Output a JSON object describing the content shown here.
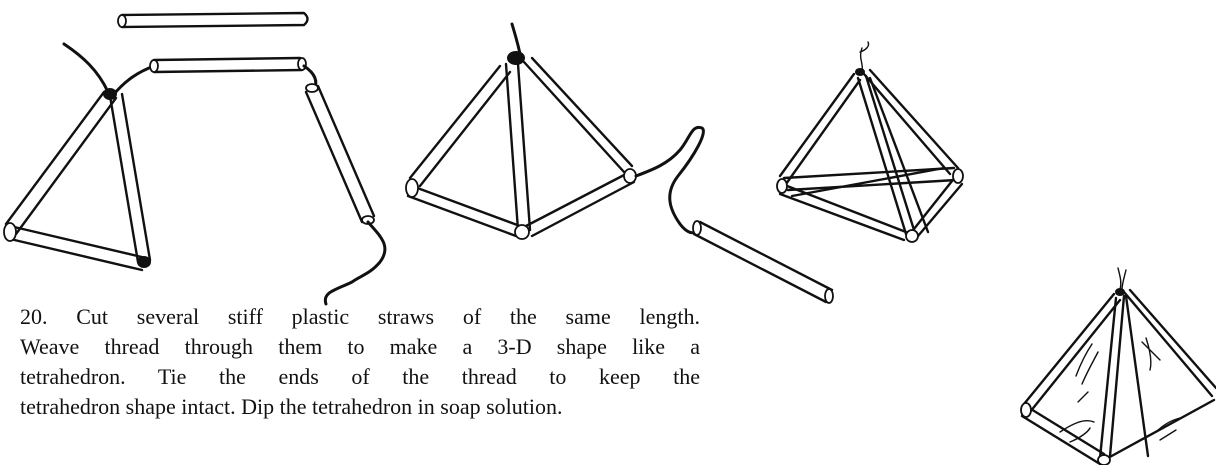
{
  "caption": {
    "lines": [
      "20. Cut several stiff plastic straws of the same length.",
      "Weave thread through them to make a 3-D shape like a",
      "tetrahedron. Tie the ends of the thread to keep the",
      "tetrahedron shape intact. Dip the tetrahedron in soap solution."
    ]
  },
  "illustrations": [
    {
      "name": "straws-threaded-triangle",
      "description_icon": "straw-triangle-icon"
    },
    {
      "name": "straw-pyramid-weaving",
      "description_icon": "straw-pyramid-icon"
    },
    {
      "name": "tetrahedron-complete",
      "description_icon": "tetrahedron-icon"
    },
    {
      "name": "tetrahedron-soap-film",
      "description_icon": "soap-film-tetrahedron-icon"
    }
  ]
}
